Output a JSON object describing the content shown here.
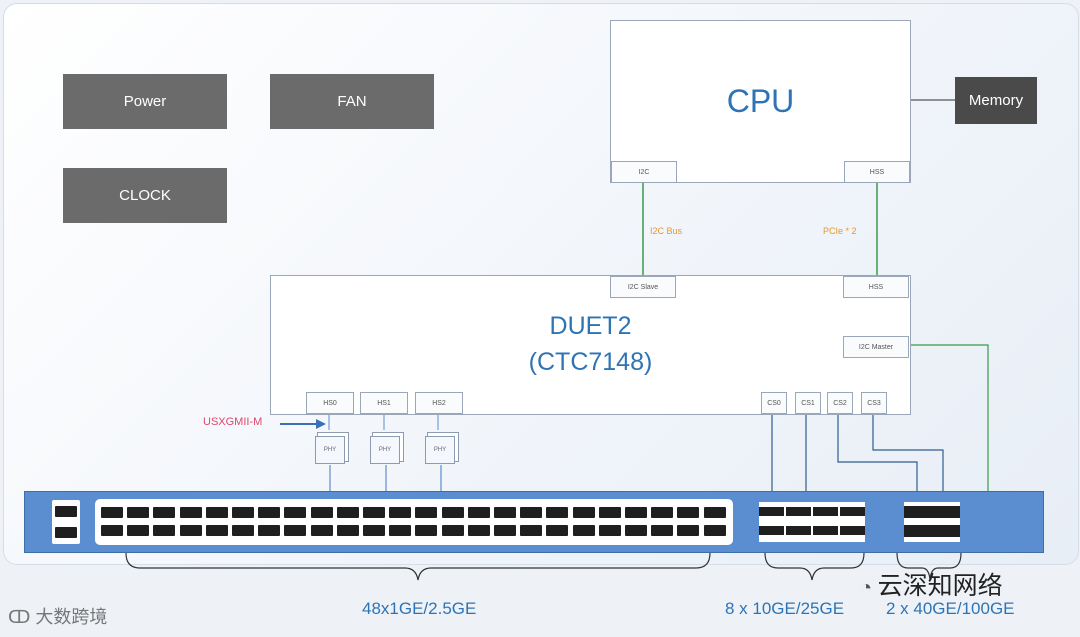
{
  "boxes": {
    "power": "Power",
    "fan": "FAN",
    "clock": "CLOCK",
    "memory": "Memory"
  },
  "cpu": {
    "title": "CPU",
    "port_i2c": "I2C",
    "port_hss": "HSS"
  },
  "buses": {
    "i2c": "I2C Bus",
    "pcie": "PCIe * 2"
  },
  "duet": {
    "title_line1": "DUET2",
    "title_line2": "(CTC7148)",
    "i2c_slave": "I2C Slave",
    "hss": "HSS",
    "i2c_master": "I2C Master",
    "hs_ports": [
      "HS0",
      "HS1",
      "HS2"
    ],
    "cs_ports": [
      "CS0",
      "CS1",
      "CS2",
      "CS3"
    ]
  },
  "phy_label": "PHY",
  "usxgmii_label": "USXGMII-M",
  "port_groups": {
    "copper": "48x1GE/2.5GE",
    "sfp": "8 x 10GE/25GE",
    "qsfp": "2 x 40GE/100GE"
  },
  "watermarks": {
    "left": "大数跨境",
    "right": "云深知网络"
  },
  "colors": {
    "chip_title": "#2e74b5",
    "bus_line": "#3a9a4a",
    "bus_label": "#e8962e",
    "usxgmii": "#e0476b",
    "front_panel": "#5b8ed0"
  }
}
